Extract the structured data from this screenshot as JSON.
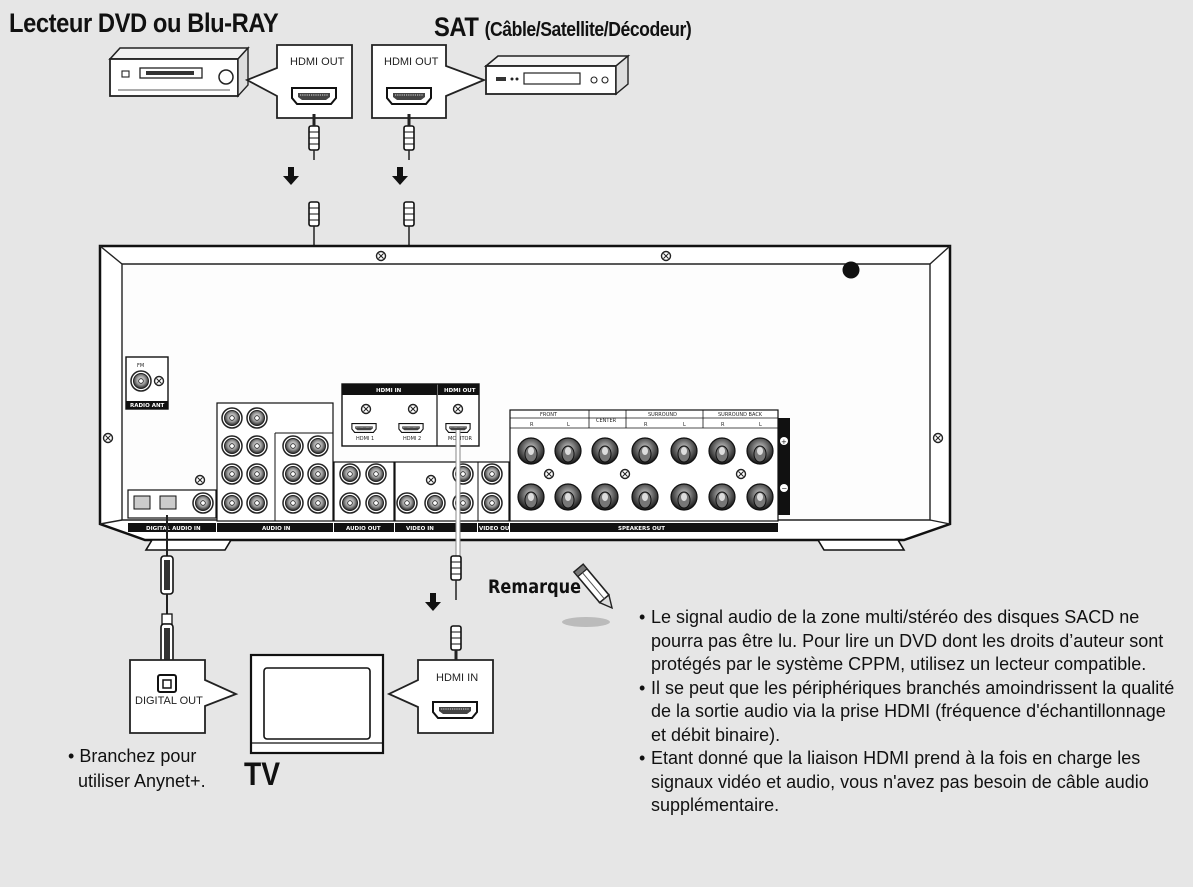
{
  "titles": {
    "dvd_player": "Lecteur DVD ou Blu-RAY",
    "sat_main": "SAT",
    "sat_sub": "(Câble/Satellite/Décodeur)",
    "tv": "TV"
  },
  "callouts": {
    "dvd_hdmi_out": "HDMI OUT",
    "sat_hdmi_out": "HDMI OUT",
    "tv_hdmi_in": "HDMI IN",
    "tv_digital_out": "DIGITAL OUT"
  },
  "receiver": {
    "fm_label": "FM",
    "radio_ant": "RADIO ANT",
    "hdmi_in_header": "HDMI IN",
    "hdmi_out_header": "HDMI OUT",
    "hdmi1": "HDMI 1",
    "hdmi2": "HDMI 2",
    "monitor": "MONITOR",
    "digital_audio_in": "DIGITAL AUDIO IN",
    "audio_in": "AUDIO IN",
    "audio_out": "AUDIO OUT",
    "video_in": "VIDEO IN",
    "video_out": "VIDEO OUT",
    "speakers_out": "SPEAKERS OUT",
    "front": "FRONT",
    "center": "CENTER",
    "surround": "SURROUND",
    "surround_back": "SURROUND BACK",
    "r": "R",
    "l": "L"
  },
  "note": {
    "heading": "Remarque",
    "items": [
      "Le signal audio de la zone multi/stéréo des disques SACD ne pourra pas être lu. Pour lire un DVD dont les droits d’auteur sont protégés par le système CPPM, utilisez un lecteur compatible.",
      "Il se peut que les périphériques branchés amoindrissent la qualité de la sortie audio via la prise HDMI (fréquence d'échantillonnage et débit binaire).",
      "Etant donné que la liaison HDMI prend à la fois en charge les signaux vidéo et audio, vous n'avez pas besoin de câble audio supplémentaire."
    ]
  },
  "anynet_note": "Branchez pour utiliser Anynet+."
}
